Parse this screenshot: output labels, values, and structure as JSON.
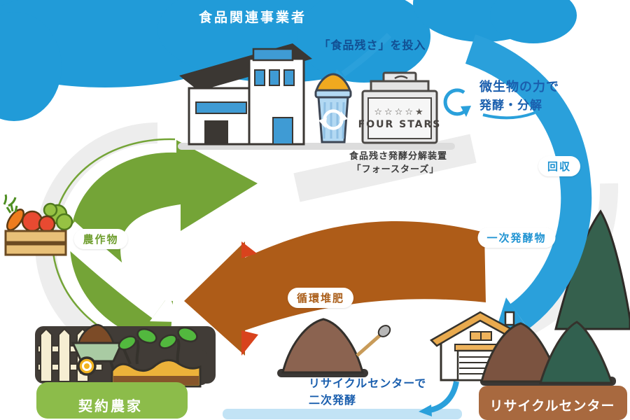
{
  "diagram": {
    "actors": {
      "food_business": "食品関連事業者",
      "contract_farm": "契約農家",
      "recycle_center": "リサイクルセンター"
    },
    "flow_labels": {
      "collection": "回収",
      "primary_fermented": "一次発酵物",
      "crops": "農作物",
      "recycled_compost": "循環堆肥"
    },
    "notes": {
      "input_note": "「食品残さ」を投入",
      "process_note_line1": "微生物の力で",
      "process_note_line2": "発酵・分解",
      "compost_note_line1": "リサイクルセンターで",
      "compost_note_line2": "二次発酵"
    },
    "machine": {
      "stars": "☆☆☆☆★",
      "brand": "FOUR STARS",
      "caption_line1": "食品残さ発酵分解装置",
      "caption_line2": "「フォースターズ」"
    },
    "colors": {
      "sky_blue": "#219bd8",
      "arrow_blue": "#2aa0db",
      "dark_blue_text": "#1b5fae",
      "arrow_green": "#74a437",
      "farm_green": "#8cbc4a",
      "arrow_brown": "#ae5c18",
      "center_brown": "#a8693f"
    }
  }
}
